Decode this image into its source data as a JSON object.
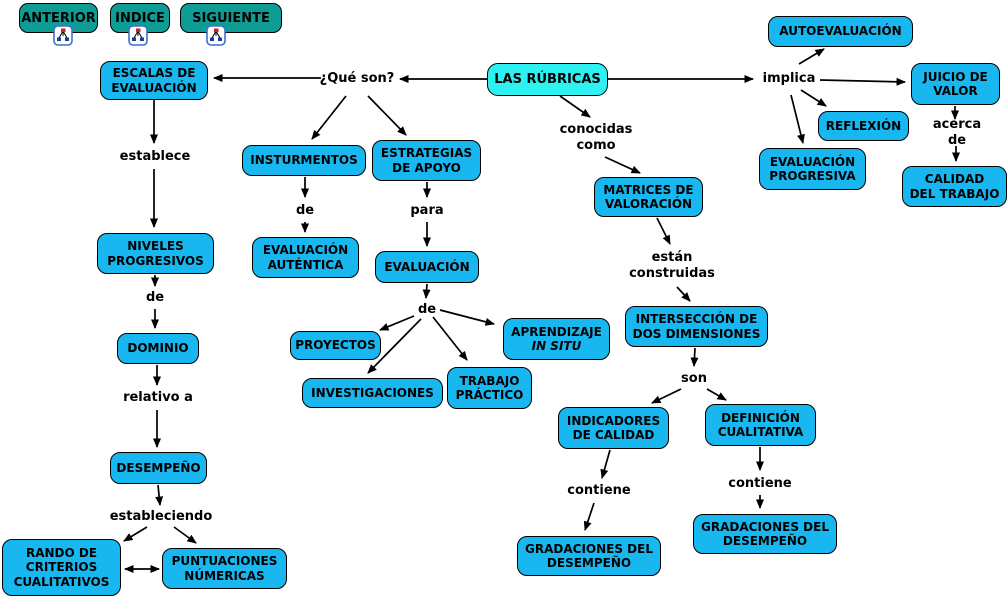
{
  "colors": {
    "node_blue": "#18b7f0",
    "root_cyan": "#2ef2f2",
    "button_teal": "#0e9c95",
    "edge_black": "#000000",
    "icon_blue": "#3f6fd1"
  },
  "toolbar": {
    "buttons": [
      {
        "label": "ANTERIOR",
        "icon": "cmap-icon"
      },
      {
        "label": "INDICE",
        "icon": "cmap-icon"
      },
      {
        "label": "SIGUIENTE",
        "icon": "cmap-icon"
      }
    ]
  },
  "nodes": {
    "root": {
      "label": "LAS RÚBRICAS"
    },
    "escalas": {
      "label": "ESCALAS DE\nEVALUACIÓN"
    },
    "niveles": {
      "label": "NIVELES\nPROGRESIVOS"
    },
    "dominio": {
      "label": "DOMINIO"
    },
    "desempeno": {
      "label": "DESEMPEÑO"
    },
    "rando": {
      "label": "RANDO DE\nCRITERIOS\nCUALITATIVOS"
    },
    "puntuaciones": {
      "label": "PUNTUACIONES\nNÚMERICAS"
    },
    "insturmentos": {
      "label": "INSTURMENTOS"
    },
    "eval_autentica": {
      "label": "EVALUACIÓN\nAUTÉNTICA"
    },
    "estrategias": {
      "label": "ESTRATEGIAS\nDE APOYO"
    },
    "evaluacion": {
      "label": "EVALUACIÓN"
    },
    "proyectos": {
      "label": "PROYECTOS"
    },
    "investigaciones": {
      "label": "INVESTIGACIONES"
    },
    "trabajo": {
      "label": "TRABAJO\nPRÁCTICO"
    },
    "aprendizaje": {
      "line1": "APRENDIZAJE",
      "line2": "IN SITU"
    },
    "matrices": {
      "label": "MATRICES DE\nVALORACIÓN"
    },
    "interseccion": {
      "label": "INTERSECCIÓN DE\nDOS DIMENSIONES"
    },
    "indicadores": {
      "label": "INDICADORES\nDE CALIDAD"
    },
    "definicion": {
      "label": "DEFINICIÓN\nCUALITATIVA"
    },
    "gradaciones_izq": {
      "label": "GRADACIONES DEL\nDESEMPEÑO"
    },
    "gradaciones_der": {
      "label": "GRADACIONES DEL\nDESEMPEÑO"
    },
    "autoevaluacion": {
      "label": "AUTOEVALUACIÓN"
    },
    "reflexion": {
      "label": "REFLEXIÓN"
    },
    "eval_progresiva": {
      "label": "EVALUACIÓN\nPROGRESIVA"
    },
    "juicio": {
      "label": "JUICIO DE\nVALOR"
    },
    "calidad": {
      "label": "CALIDAD\nDEL TRABAJO"
    }
  },
  "links": {
    "que_son": "¿Qué son?",
    "establece": "establece",
    "de_niveles": "de",
    "relativo_a": "relativo a",
    "estableciendo": "estableciendo",
    "de_insturmentos": "de",
    "para": "para",
    "de_evaluacion": "de",
    "conocidas_como": "conocidas\ncomo",
    "estan_construidas": "están\nconstruidas",
    "son": "son",
    "contiene_izq": "contiene",
    "contiene_der": "contiene",
    "implica": "implica",
    "acerca_de": "acerca de"
  }
}
